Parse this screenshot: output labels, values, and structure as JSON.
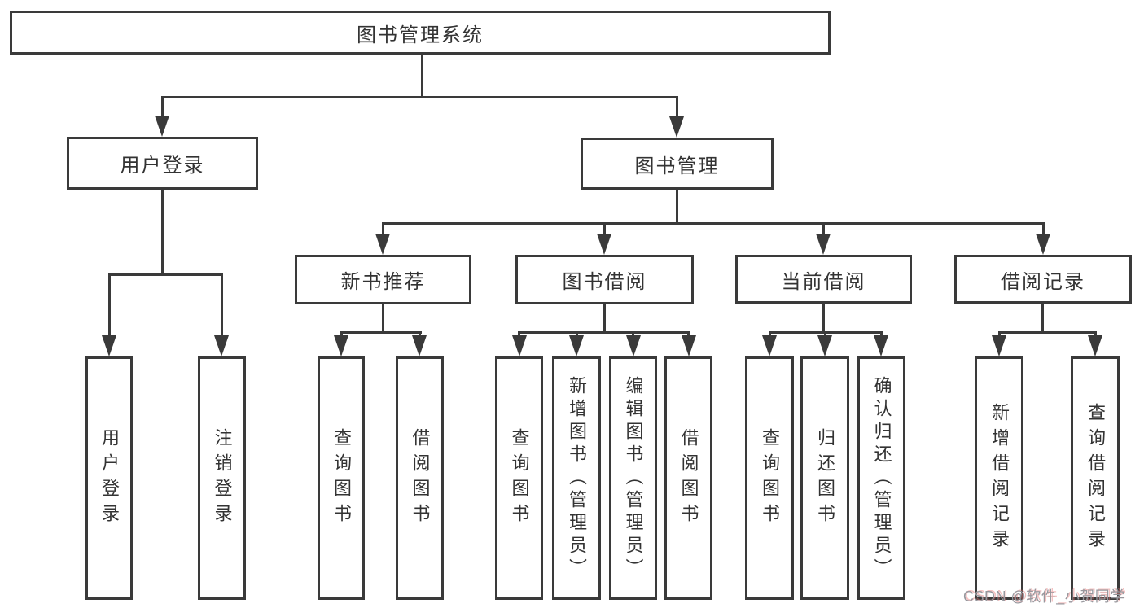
{
  "diagram": {
    "title": "图书管理系统",
    "watermark": "CSDN @软件_小贺同学",
    "colors": {
      "line": "#3a3a3a",
      "text": "#333333",
      "background": "#ffffff",
      "watermark_gray": "#97979d",
      "watermark_accent": "#e57373"
    },
    "nodes": {
      "root": "图书管理系统",
      "user_login": "用户登录",
      "book_mgmt": "图书管理",
      "new_book_rec": "新书推荐",
      "book_borrow": "图书借阅",
      "current_borrow": "当前借阅",
      "borrow_records": "借阅记录",
      "leaf_user_login": "用户登录",
      "leaf_logout": "注销登录",
      "leaf_query_book_rec": "查询图书",
      "leaf_borrow_book_rec": "借阅图书",
      "leaf_query_book_borrow": "查询图书",
      "leaf_add_book_admin": "新增图书（管理员）",
      "leaf_edit_book_admin": "编辑图书（管理员）",
      "leaf_borrow_book_borrow": "借阅图书",
      "leaf_query_book_current": "查询图书",
      "leaf_return_book": "归还图书",
      "leaf_confirm_return_admin": "确认归还（管理员）",
      "leaf_add_borrow_record": "新增借阅记录",
      "leaf_query_borrow_record": "查询借阅记录"
    },
    "structure": {
      "图书管理系统": {
        "用户登录": [
          "用户登录",
          "注销登录"
        ],
        "图书管理": {
          "新书推荐": [
            "查询图书",
            "借阅图书"
          ],
          "图书借阅": [
            "查询图书",
            "新增图书（管理员）",
            "编辑图书（管理员）",
            "借阅图书"
          ],
          "当前借阅": [
            "查询图书",
            "归还图书",
            "确认归还（管理员）"
          ],
          "借阅记录": [
            "新增借阅记录",
            "查询借阅记录"
          ]
        }
      }
    }
  }
}
